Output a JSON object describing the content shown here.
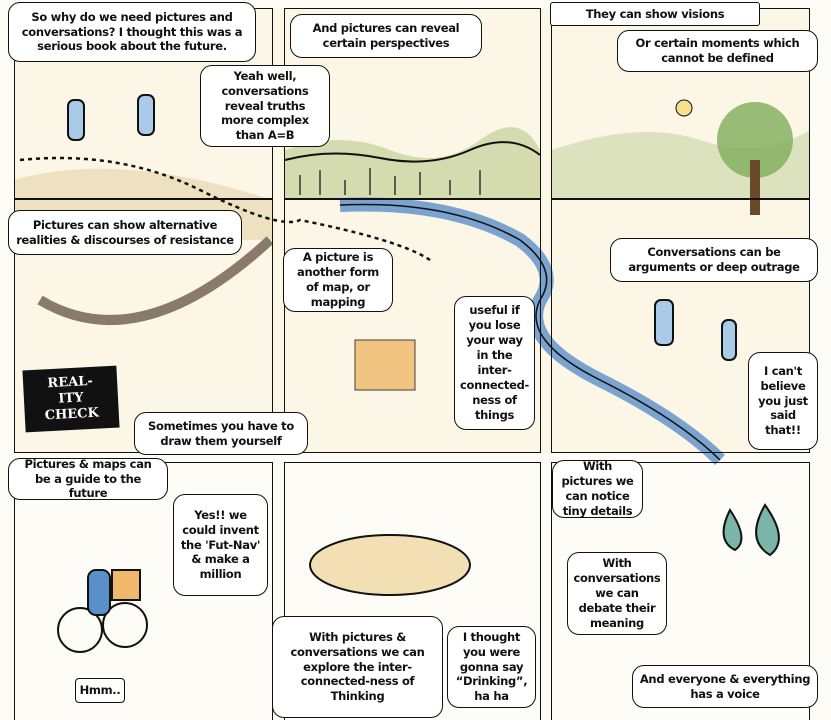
{
  "colors": {
    "ink": "#111111",
    "wash": "#e8d9b0",
    "river": "#5b8fc9",
    "grass": "#b9c98a"
  },
  "panels": [
    {
      "name": "walkers"
    },
    {
      "name": "city-view"
    },
    {
      "name": "visions"
    },
    {
      "name": "alternative-realities"
    },
    {
      "name": "mapping"
    },
    {
      "name": "arguments"
    },
    {
      "name": "guide-to-future"
    },
    {
      "name": "round-table"
    },
    {
      "name": "tiny-details"
    }
  ],
  "sign": {
    "text": "REAL-\nITY\nCHECK"
  },
  "bubbles": {
    "why_pictures": "So why do we need pictures and conversations? I thought this was a serious book about the future.",
    "reveal_perspectives": "And pictures can reveal certain perspectives",
    "show_visions": "They can show visions",
    "moments": "Or certain moments which cannot be defined",
    "yeah_well": "Yeah well, conversations reveal truths more complex than A=B",
    "alternative_realities": "Pictures can show alternative realities & discourses of resistance",
    "form_of_map": "A picture is another form of map, or mapping",
    "useful_if": "useful if you lose your way in the inter-connected-ness of things",
    "arguments": "Conversations can be arguments or deep outrage",
    "cant_believe": "I can't believe you just said that!!",
    "draw_yourself": "Sometimes you have to draw them yourself",
    "guide": "Pictures & maps can be a guide to the future",
    "fut_nav": "Yes!! we could invent the 'Fut-Nav' & make a million",
    "hmm": "Hmm..",
    "explore": "With pictures & conversations we can explore the inter-connected-ness of Thinking",
    "drinking": "I thought you were gonna say “Drinking”, ha ha",
    "tiny_details": "With pictures we can notice tiny details",
    "debate": "With conversations we can debate their meaning",
    "voice": "And everyone & everything has a voice"
  }
}
